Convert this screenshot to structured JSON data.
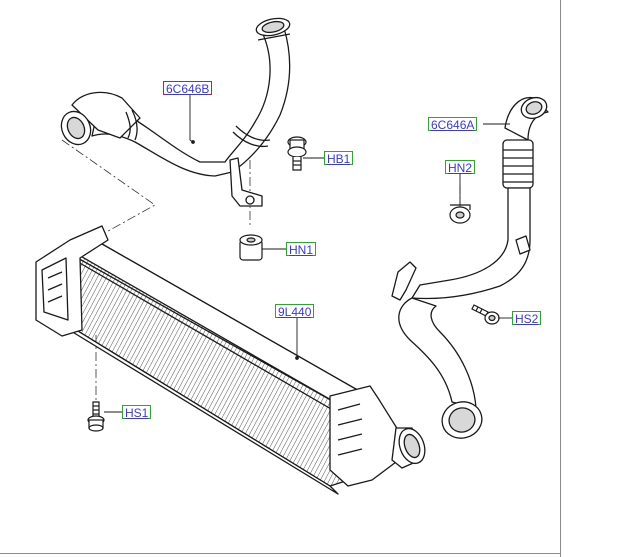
{
  "callouts": {
    "part_6c646b": "6C646B",
    "part_hb1": "HB1",
    "part_hn1": "HN1",
    "part_6c646a": "6C646A",
    "part_hn2": "HN2",
    "part_9l440": "9L440",
    "part_hs2": "HS2",
    "part_hs1": "HS1"
  },
  "colors": {
    "callout_text": "#3a3ad0",
    "callout_border": "#2fa52f",
    "selected_border": "#e01818",
    "line_art": "#1a1a1a"
  },
  "selected_callout": "6C646B"
}
